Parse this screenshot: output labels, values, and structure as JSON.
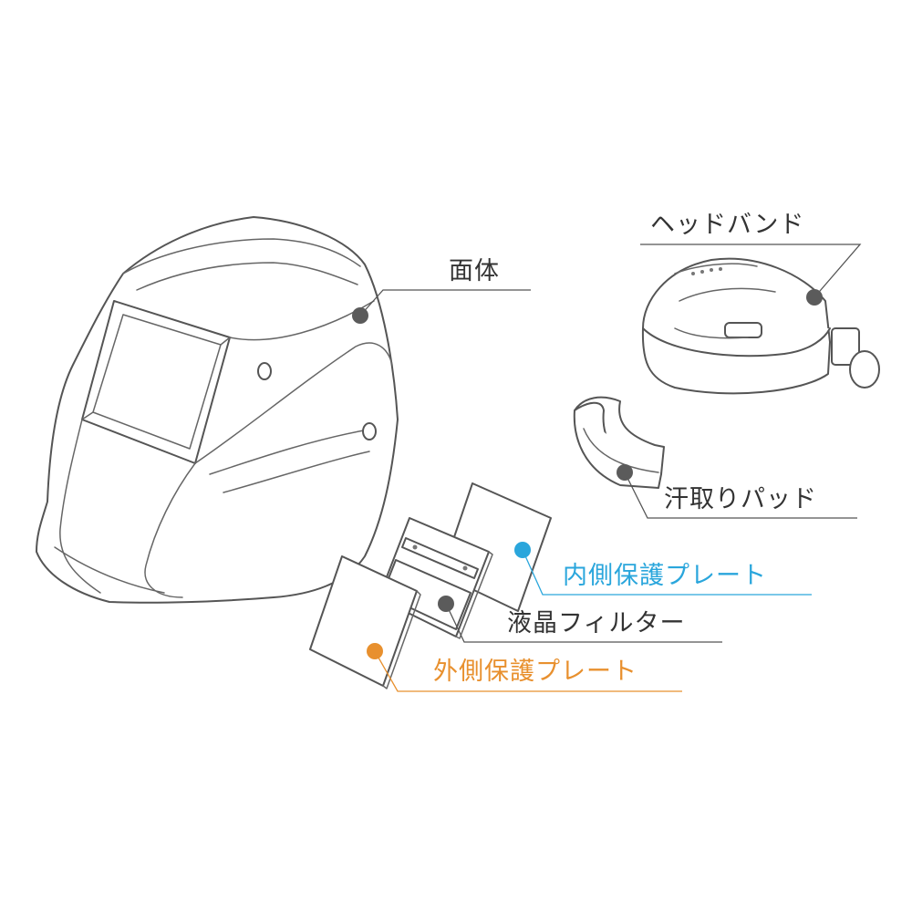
{
  "labels": {
    "shell": "面体",
    "headband": "ヘッドバンド",
    "sweat_pad": "汗取りパッド",
    "inner_plate": "内側保護プレート",
    "lcd_filter": "液晶フィルター",
    "outer_plate": "外側保護プレート"
  },
  "colors": {
    "line": "#555555",
    "marker": "#5b5b5b",
    "inner_plate_accent": "#2aa6dc",
    "outer_plate_accent": "#e8902e"
  }
}
